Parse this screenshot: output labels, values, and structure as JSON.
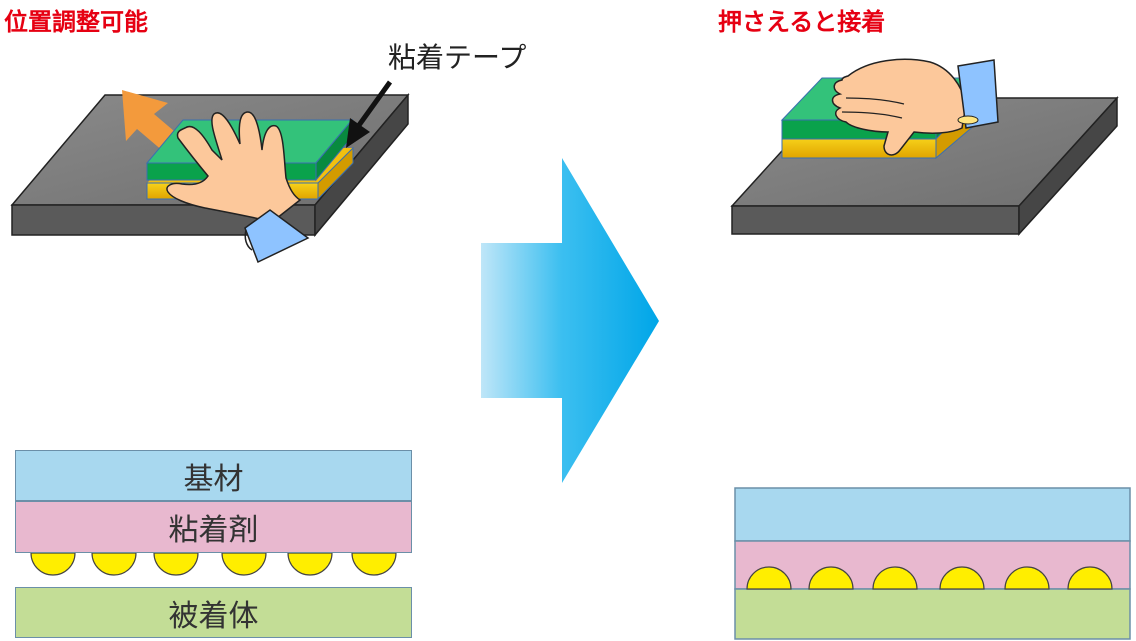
{
  "left": {
    "title": "位置調整可能",
    "callout": "粘着テープ",
    "layers": {
      "base": "基材",
      "adhesive": "粘着剤",
      "substrate": "被着体"
    }
  },
  "right": {
    "title": "押さえると接着"
  },
  "colors": {
    "title": "#e60012",
    "base_layer": "#a8d8ef",
    "adhesive_layer": "#e8b8cf",
    "substrate_layer": "#c3dd96",
    "particle": "#ffee00",
    "arrow": "#00a8e8",
    "plate": "#808080",
    "tape_top": "#2ec27e",
    "tape_adhesive": "#f2c010",
    "lift_arrow": "#f39a3c"
  }
}
